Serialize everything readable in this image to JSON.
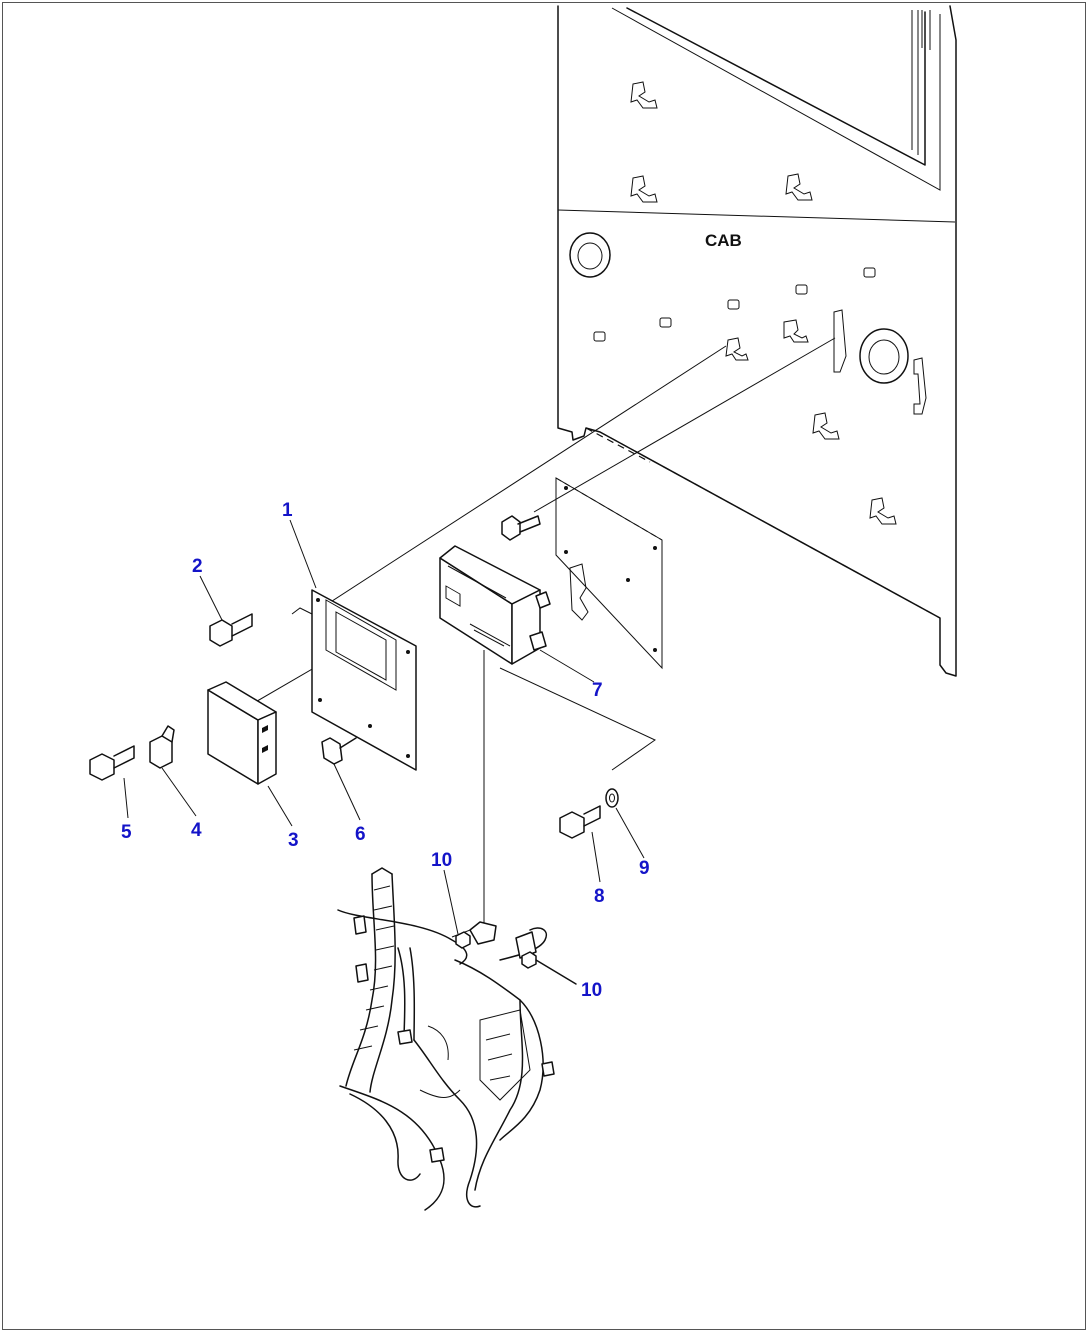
{
  "drawing": {
    "cab_label": "CAB",
    "callouts": {
      "c1": "1",
      "c2": "2",
      "c3": "3",
      "c4": "4",
      "c5": "5",
      "c6": "6",
      "c7": "7",
      "c8": "8",
      "c9": "9",
      "c10a": "10",
      "c10b": "10"
    }
  },
  "colors": {
    "callout": "#1414c8",
    "line": "#111111",
    "background": "#ffffff"
  }
}
